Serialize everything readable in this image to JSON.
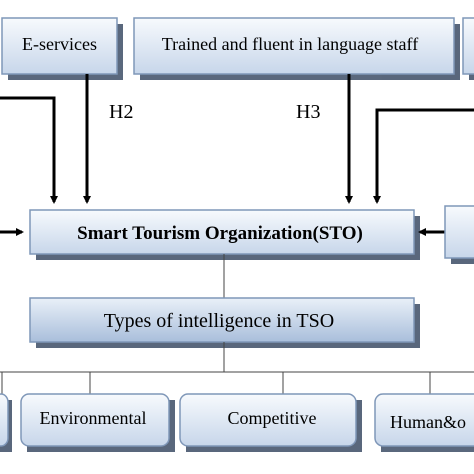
{
  "top_boxes": {
    "eservices": "E-services",
    "staff": "Trained and fluent in language staff"
  },
  "hypotheses": {
    "h2": "H2",
    "h3": "H3"
  },
  "center_box": "Smart Tourism Organization(STO)",
  "types_box": "Types of intelligence in TSO",
  "bottom_boxes": {
    "environmental": "Environmental",
    "competitive": "Competitive",
    "human": "Human&o"
  },
  "colors": {
    "box_fill_top": "#f4f8fc",
    "box_fill_bottom": "#c9d7ea",
    "box_stroke": "#7f97b8",
    "arrow": "#000000"
  }
}
